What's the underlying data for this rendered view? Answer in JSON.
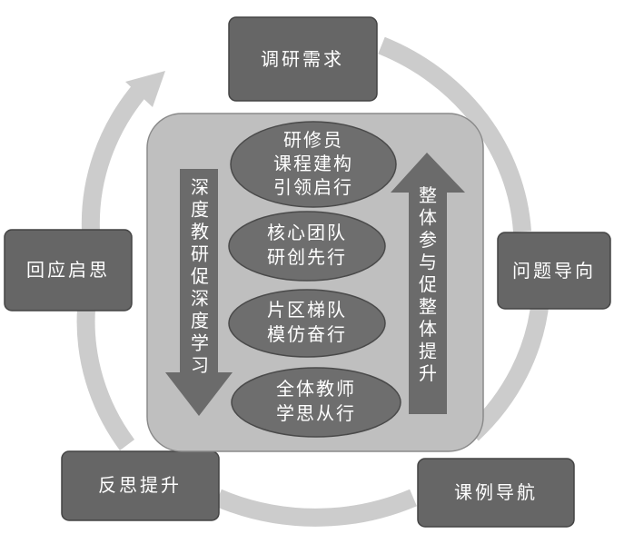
{
  "cycle": {
    "stages": [
      "调研需求",
      "问题导向",
      "课例导航",
      "反思提升",
      "回应启思"
    ]
  },
  "core": {
    "tiers": [
      [
        "研修员",
        "课程建构",
        "引领启行"
      ],
      [
        "核心团队",
        "研创先行"
      ],
      [
        "片区梯队",
        "模仿奋行"
      ],
      [
        "全体教师",
        "学思从行"
      ]
    ],
    "down_arrow_label": "深度教研促深度学习",
    "up_arrow_label": "整体参与促整体提升"
  },
  "colors": {
    "ring": "#cccccc",
    "stage_box": "#666666",
    "core_panel": "#bfbfbf",
    "ellipse": "#6e6e6e",
    "arrow": "#6b6b6b"
  }
}
